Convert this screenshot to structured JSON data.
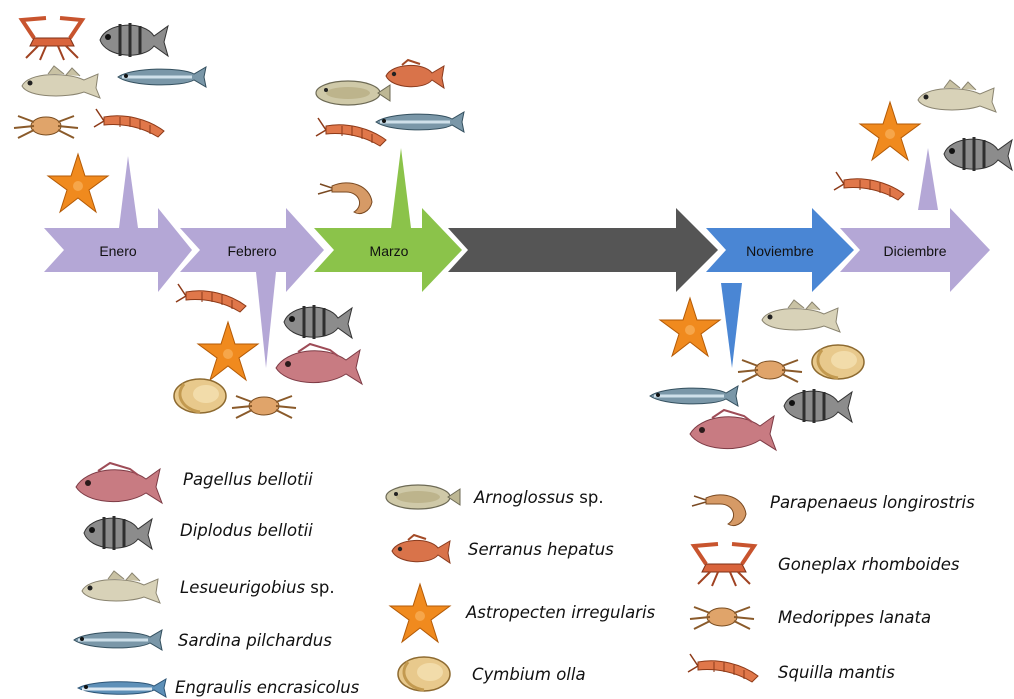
{
  "timeline": {
    "months": [
      {
        "key": "enero",
        "label": "Enero",
        "color": "#b4a7d6"
      },
      {
        "key": "febrero",
        "label": "Febrero",
        "color": "#b4a7d6"
      },
      {
        "key": "marzo",
        "label": "Marzo",
        "color": "#8bc34a"
      },
      {
        "key": "gap",
        "label": "",
        "color": "#555555"
      },
      {
        "key": "noviembre",
        "label": "Noviembre",
        "color": "#4a86d4"
      },
      {
        "key": "diciembre",
        "label": "Diciembre",
        "color": "#b4a7d6"
      }
    ],
    "groups": {
      "enero": [
        "goneplax-rhomboides",
        "diplodus-bellotii",
        "lesueurigobius",
        "sardina-pilchardus",
        "medorippes-lanata",
        "squilla-mantis",
        "astropecten-irregularis"
      ],
      "febrero": [
        "squilla-mantis",
        "diplodus-bellotii",
        "astropecten-irregularis",
        "pagellus-bellotii",
        "cymbium-olla",
        "medorippes-lanata"
      ],
      "marzo": [
        "arnoglossus",
        "serranus-hepatus",
        "squilla-mantis",
        "sardina-pilchardus",
        "parapenaeus-longirostris"
      ],
      "noviembre": [
        "lesueurigobius",
        "astropecten-irregularis",
        "medorippes-lanata",
        "cymbium-olla",
        "sardina-pilchardus",
        "diplodus-bellotii",
        "pagellus-bellotii"
      ],
      "diciembre": [
        "lesueurigobius",
        "astropecten-irregularis",
        "diplodus-bellotii",
        "squilla-mantis"
      ]
    }
  },
  "legend": {
    "col1": [
      {
        "icon": "pagellus-bellotii",
        "name": "Pagellus bellotii",
        "suffix": ""
      },
      {
        "icon": "diplodus-bellotii",
        "name": "Diplodus bellotii",
        "suffix": ""
      },
      {
        "icon": "lesueurigobius",
        "name": "Lesueurigobius",
        "suffix": " sp."
      },
      {
        "icon": "sardina-pilchardus",
        "name": "Sardina pilchardus",
        "suffix": ""
      },
      {
        "icon": "engraulis-encrasicolus",
        "name": "Engraulis encrasicolus",
        "suffix": ""
      }
    ],
    "col2": [
      {
        "icon": "arnoglossus",
        "name": "Arnoglossus",
        "suffix": " sp."
      },
      {
        "icon": "serranus-hepatus",
        "name": "Serranus hepatus",
        "suffix": ""
      },
      {
        "icon": "astropecten-irregularis",
        "name": "Astropecten irregularis",
        "suffix": ""
      },
      {
        "icon": "cymbium-olla",
        "name": "Cymbium olla",
        "suffix": ""
      }
    ],
    "col3": [
      {
        "icon": "parapenaeus-longirostris",
        "name": "Parapenaeus longirostris",
        "suffix": ""
      },
      {
        "icon": "goneplax-rhomboides",
        "name": "Goneplax rhomboides",
        "suffix": ""
      },
      {
        "icon": "medorippes-lanata",
        "name": "Medorippes lanata",
        "suffix": ""
      },
      {
        "icon": "squilla-mantis",
        "name": "Squilla mantis",
        "suffix": ""
      }
    ]
  },
  "colors": {
    "lavender": "#b4a7d6",
    "green": "#8bc34a",
    "blue": "#4a86d4",
    "gray": "#555555"
  }
}
